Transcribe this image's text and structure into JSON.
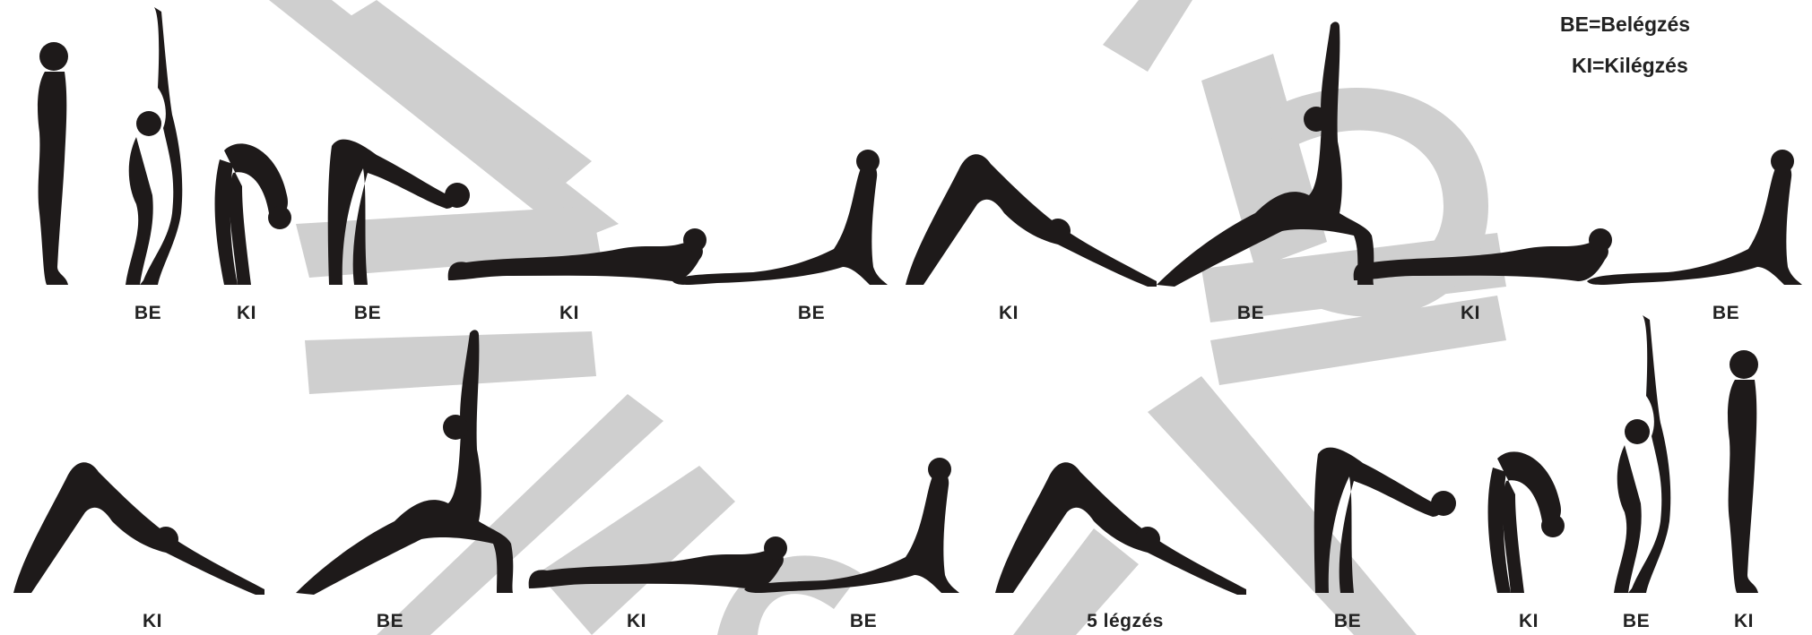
{
  "legend": {
    "be": "BE=Belégzés",
    "ki": "KI=Kilégzés"
  },
  "colors": {
    "silhouette": "#1e1a1a",
    "watermark": "#cfcfcf",
    "text": "#222222"
  },
  "row1": [
    {
      "pose": "standing",
      "label": ""
    },
    {
      "pose": "arms-up-arch",
      "label": "BE"
    },
    {
      "pose": "forward-fold",
      "label": "KI"
    },
    {
      "pose": "half-lift",
      "label": "BE"
    },
    {
      "pose": "plank-low",
      "label": "KI"
    },
    {
      "pose": "cobra",
      "label": "BE"
    },
    {
      "pose": "downward-dog",
      "label": "KI"
    },
    {
      "pose": "lunge",
      "label": "BE"
    },
    {
      "pose": "plank-low",
      "label": "KI"
    },
    {
      "pose": "cobra",
      "label": "BE"
    }
  ],
  "row2": [
    {
      "pose": "downward-dog",
      "label": "KI"
    },
    {
      "pose": "lunge",
      "label": "BE"
    },
    {
      "pose": "plank-low",
      "label": "KI"
    },
    {
      "pose": "cobra",
      "label": "BE"
    },
    {
      "pose": "downward-dog",
      "label": "5 légzés"
    },
    {
      "pose": "half-lift",
      "label": "BE"
    },
    {
      "pose": "forward-fold",
      "label": "KI"
    },
    {
      "pose": "arms-up-arch",
      "label": "BE"
    },
    {
      "pose": "standing",
      "label": "KI"
    }
  ]
}
